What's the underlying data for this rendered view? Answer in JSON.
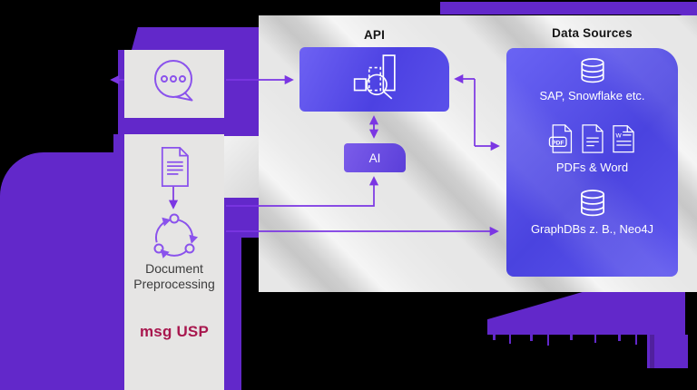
{
  "colors": {
    "background": "#000000",
    "accent_purple": "#6228ca",
    "connector_purple": "#7b36e3",
    "icon_purple": "#8a52ec",
    "panel_blue_start": "#6a64f4",
    "panel_blue_end": "#4a43df",
    "brand_red": "#a8174e"
  },
  "api_section": {
    "title": "API",
    "icon": "bar-chart-search-icon"
  },
  "ai_box": {
    "label": "AI"
  },
  "data_sources": {
    "title": "Data Sources",
    "items": [
      {
        "icon": "database-icon",
        "label": "SAP, Snowflake etc."
      },
      {
        "icon": "pdf-doc-word-file-icons",
        "label": "PDFs & Word"
      },
      {
        "icon": "database-icon",
        "label": "GraphDBs z. B., Neo4J"
      }
    ],
    "pdf_badge": "PDF",
    "word_glyph": "w"
  },
  "left_column": {
    "chat_icon": "chat-bubble-icon",
    "document_icon": "document-icon",
    "cycle_icon": "preprocessing-cycle-icon",
    "preprocessing_label": "Document Preprocessing",
    "brand_label": "msg USP"
  }
}
